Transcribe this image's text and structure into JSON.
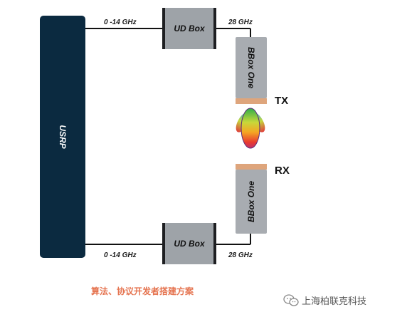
{
  "usrp": {
    "label": "USRP"
  },
  "top": {
    "ud_label": "UD Box",
    "left_freq": "0 -14 GHz",
    "right_freq": "28 GHz"
  },
  "bottom": {
    "ud_label": "UD Box",
    "left_freq": "0 -14 GHz",
    "right_freq": "28 GHz"
  },
  "tx": {
    "bbox_label": "BBox One",
    "port_label": "TX"
  },
  "rx": {
    "bbox_label": "BBox One",
    "port_label": "RX"
  },
  "caption": "算法、协议开发者搭建方案",
  "watermark": {
    "icon": "wechat-icon",
    "text": "上海柏联克科技"
  },
  "colors": {
    "usrp": "#0b2a40",
    "box": "#9ea3a8",
    "strip": "#dea57c",
    "caption": "#e5734f"
  }
}
